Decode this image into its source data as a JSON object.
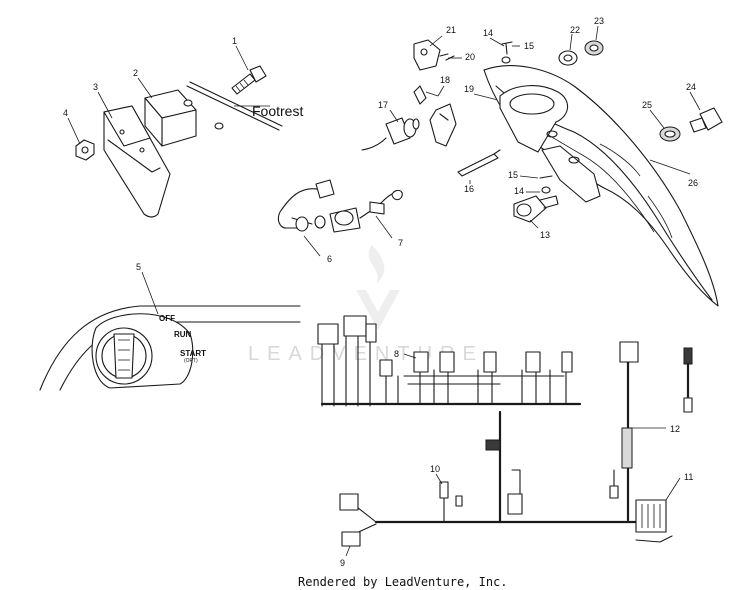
{
  "watermark": "LEADVENTURE",
  "footer": "Rendered by LeadVenture, Inc.",
  "label_footrest": "Footrest",
  "switch_labels": {
    "off": "OFF",
    "run": "RUN",
    "start": "START",
    "opt": "(OPT)"
  },
  "callouts": {
    "c1": "1",
    "c2": "2",
    "c3": "3",
    "c4": "4",
    "c5": "5",
    "c6": "6",
    "c7": "7",
    "c8": "8",
    "c9": "9",
    "c10": "10",
    "c11": "11",
    "c12": "12",
    "c13": "13",
    "c14a": "14",
    "c14b": "14",
    "c15a": "15",
    "c15b": "15",
    "c16": "16",
    "c17": "17",
    "c18": "18",
    "c19": "19",
    "c20": "20",
    "c21": "21",
    "c22": "22",
    "c23": "23",
    "c24": "24",
    "c25": "25",
    "c26": "26"
  }
}
